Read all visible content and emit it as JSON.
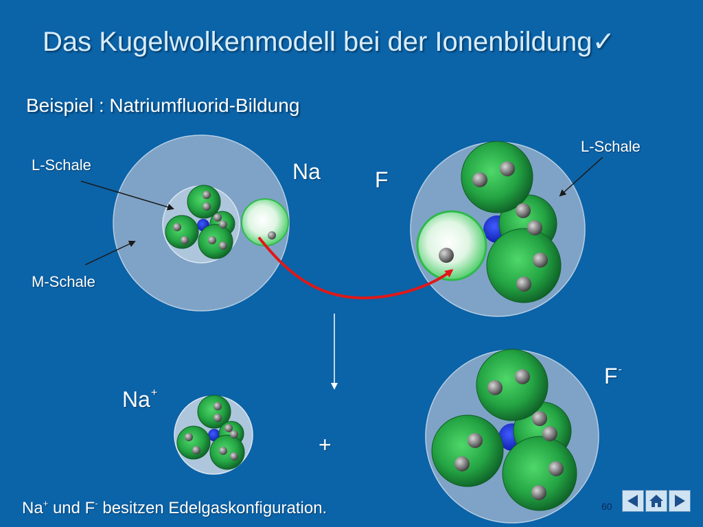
{
  "slide": {
    "title": "Das Kugelwolkenmodell bei der Ionenbildung",
    "title_mark": "✓",
    "subtitle": "Beispiel : Natriumfluorid-Bildung",
    "page_number": "60"
  },
  "labels": {
    "na_l_shell": "L-Schale",
    "na_m_shell": "M-Schale",
    "f_l_shell": "L-Schale",
    "na_symbol": "Na",
    "f_symbol": "F",
    "na_ion_symbol": "Na",
    "na_ion_charge": "+",
    "f_ion_symbol": "F",
    "f_ion_charge": "-",
    "plus_sign": "+"
  },
  "footer": {
    "part1": "Na",
    "charge1": "+",
    "part2": " und F",
    "charge2": "-",
    "part3": " besitzen Edelgaskonfiguration."
  },
  "colors": {
    "background": "#0b63a8",
    "outer_shell": "#7fa3c6",
    "inner_shell": "#aec6dc",
    "orbital_green": "#2fb84c",
    "orbital_dark": "#0e5e26",
    "nucleus": "#1f2fd0",
    "transfer_arrow": "#e01818"
  },
  "icons": {
    "nav_prev": "arrow-left-icon",
    "nav_home": "home-icon",
    "nav_next": "arrow-right-icon"
  }
}
